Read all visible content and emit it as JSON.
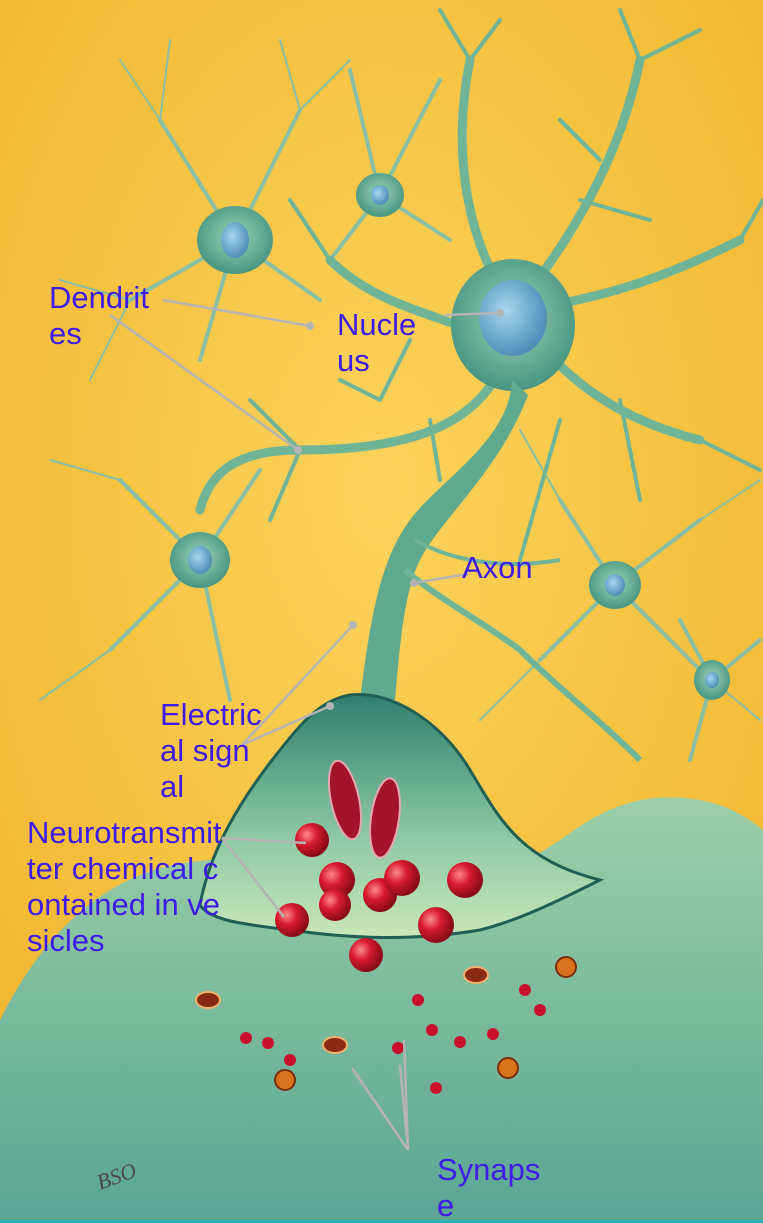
{
  "colors": {
    "background": "#f6c443",
    "neuron": "#7fbf9a",
    "neuron_dark": "#2f7f6e",
    "vesicle": "#c8102e",
    "label_text": "#3c1ce6",
    "leader_line": "#b4b4b4",
    "frame_bar": "#2bb3b0"
  },
  "labels": {
    "dendrites": "Dendrites",
    "nucleus": "Nucleus",
    "axon": "Axon",
    "electrical_signal": "Electrical signal",
    "neurotransmitter": "Neurotransmitter chemical contained in vesicles",
    "synapse": "Synapse"
  },
  "signature": "BSO"
}
